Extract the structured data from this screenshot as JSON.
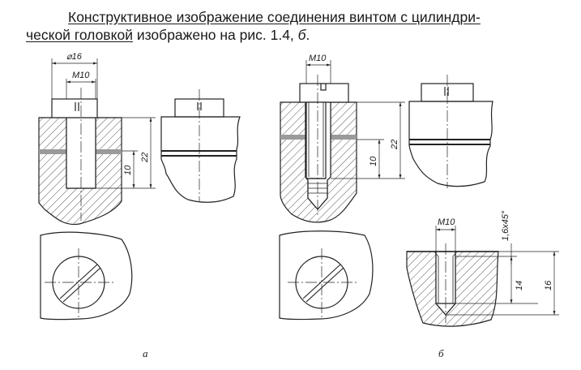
{
  "text": {
    "underlined_1": "Конструктивное изображение соединения винтом с цилиндри-",
    "underlined_2": "ческой головкой",
    "rest": " изображено на рис. 1.4, ",
    "ref_letter": "б",
    "end": "."
  },
  "figure_a": {
    "dim_diameter": "⌀16",
    "dim_thread": "M10",
    "dim_total": "22",
    "dim_depth": "10",
    "caption": "а"
  },
  "figure_b": {
    "dim_thread_top": "M10",
    "dim_total": "22",
    "dim_depth": "10",
    "dim_thread_hole": "M10",
    "dim_chamfer": "1,6x45°",
    "dim_thread_length": "14",
    "dim_hole_depth": "16",
    "caption": "б"
  }
}
